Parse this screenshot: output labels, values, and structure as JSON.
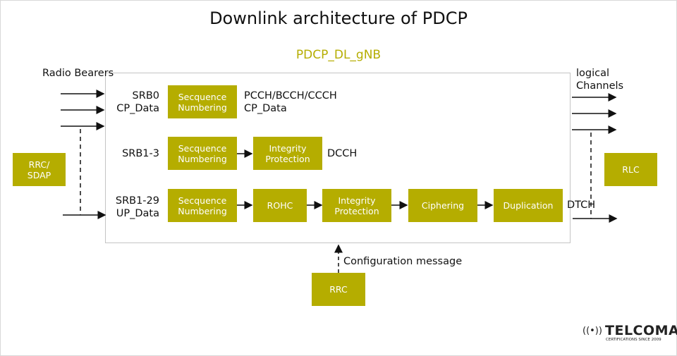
{
  "title": "Downlink architecture of PDCP",
  "subtitle": "PDCP_DL_gNB",
  "brand_color": "#b5ad00",
  "labels": {
    "radio_bearers": "Radio Bearers",
    "logical_channels": "logical Channels",
    "srb0": "SRB0",
    "cp_data_in": "CP_Data",
    "srb1_3": "SRB1-3",
    "srb1_29": "SRB1-29",
    "up_data": "UP_Data",
    "pcch": "PCCH/BCCH/CCCH",
    "cp_data_out": "CP_Data",
    "dcch": "DCCH",
    "dtch": "DTCH",
    "config": "Configuration message"
  },
  "boxes": {
    "sn1": "Secquence Numbering",
    "sn2": "Secquence Numbering",
    "ip2": "Integrity Protection",
    "sn3": "Secquence Numbering",
    "rohc": "ROHC",
    "ip3": "Integrity Protection",
    "ciphering": "Ciphering",
    "duplication": "Duplication",
    "rrc_sdap": "RRC/ SDAP",
    "rlc": "RLC",
    "rrc": "RRC"
  },
  "logo": {
    "name": "TELCOMA",
    "tagline": "CERTIFICATIONS SINCE 2009"
  }
}
